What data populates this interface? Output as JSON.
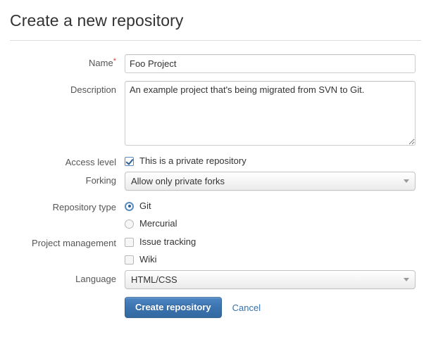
{
  "page": {
    "title": "Create a new repository"
  },
  "form": {
    "name": {
      "label": "Name",
      "required_marker": "*",
      "value": "Foo Project",
      "placeholder": ""
    },
    "description": {
      "label": "Description",
      "value": "An example project that's being migrated from SVN to Git.",
      "placeholder": ""
    },
    "access_level": {
      "label": "Access level",
      "checkbox_label": "This is a private repository",
      "checked": true
    },
    "forking": {
      "label": "Forking",
      "selected": "Allow only private forks",
      "options": [
        "Allow only private forks"
      ]
    },
    "repository_type": {
      "label": "Repository type",
      "options": [
        {
          "label": "Git",
          "selected": true
        },
        {
          "label": "Mercurial",
          "selected": false
        }
      ]
    },
    "project_management": {
      "label": "Project management",
      "options": [
        {
          "label": "Issue tracking",
          "checked": false
        },
        {
          "label": "Wiki",
          "checked": false
        }
      ]
    },
    "language": {
      "label": "Language",
      "selected": "HTML/CSS",
      "options": [
        "HTML/CSS"
      ]
    },
    "actions": {
      "submit_label": "Create repository",
      "cancel_label": "Cancel"
    }
  },
  "colors": {
    "primary_button": "#3b73b0",
    "link": "#3572b0",
    "required_asterisk": "#d04437",
    "label_text": "#555555",
    "body_text": "#333333",
    "control_border": "#cccccc"
  }
}
